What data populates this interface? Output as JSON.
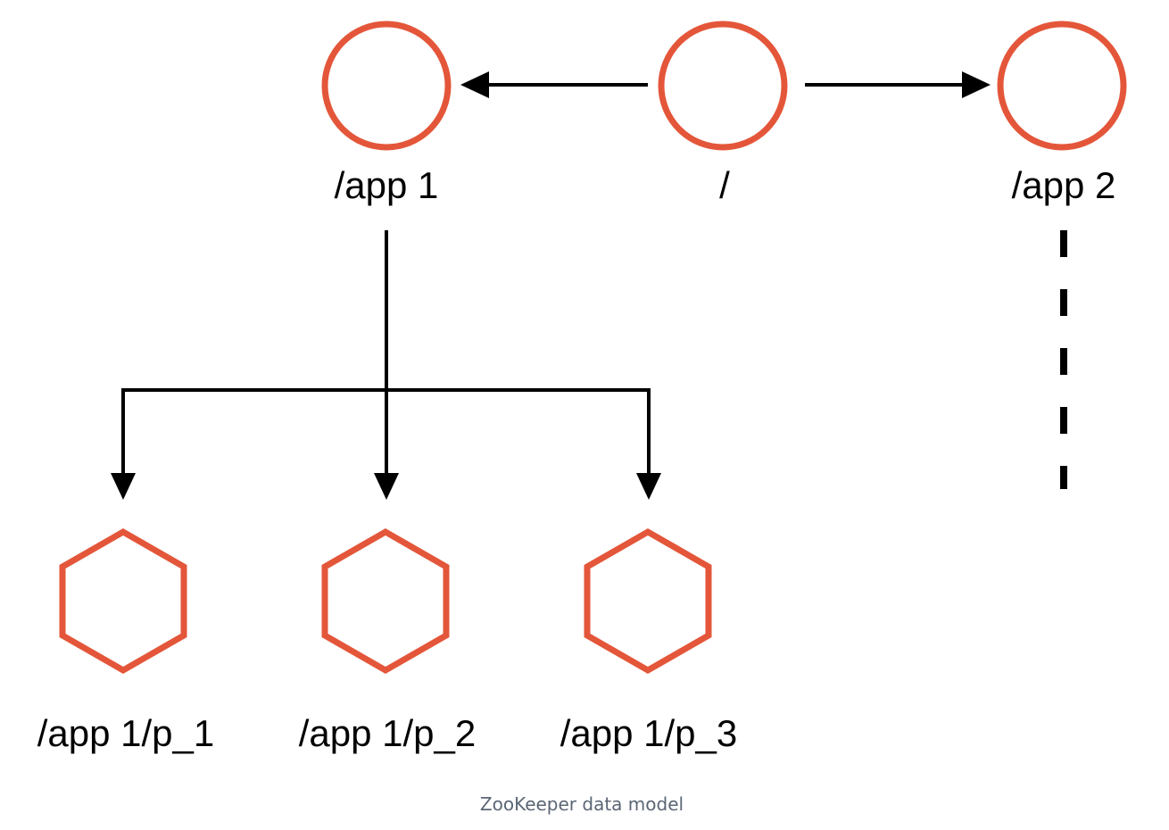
{
  "colors": {
    "node_stroke": "#e4563a",
    "edge": "#000000",
    "caption_text": "#5c6675"
  },
  "nodes": {
    "root": {
      "label": "/",
      "shape": "circle"
    },
    "app1": {
      "label": "/app 1",
      "shape": "circle"
    },
    "app2": {
      "label": "/app 2",
      "shape": "circle"
    },
    "p1": {
      "label": "/app 1/p_1",
      "shape": "hexagon"
    },
    "p2": {
      "label": "/app 1/p_2",
      "shape": "hexagon"
    },
    "p3": {
      "label": "/app 1/p_3",
      "shape": "hexagon"
    }
  },
  "caption": "ZooKeeper data model"
}
